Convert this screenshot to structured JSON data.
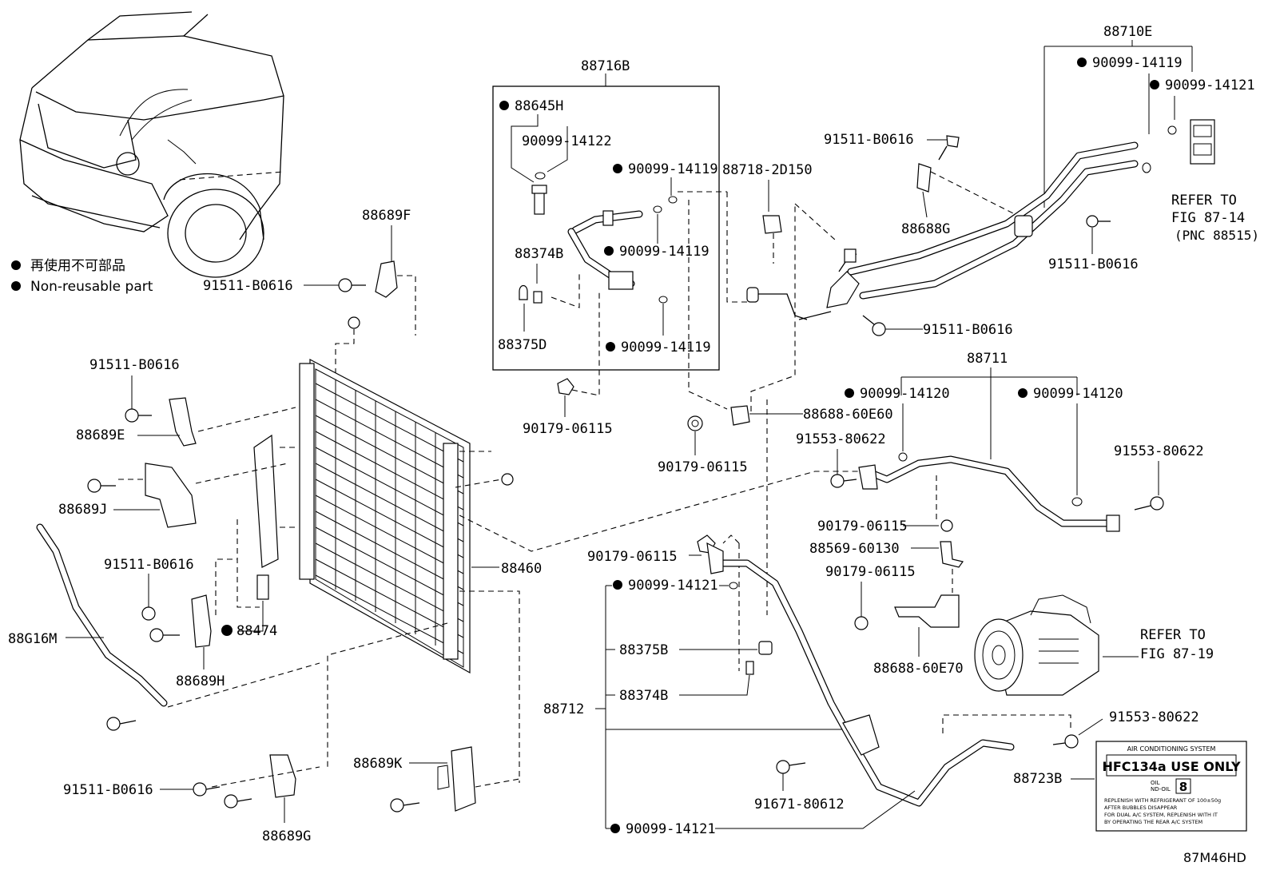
{
  "legend": {
    "jp": "再使用不可部品",
    "en": "Non-reusable part"
  },
  "labels": {
    "p88710E": "88710E",
    "p88716B": "88716B",
    "p88645H": "88645H",
    "p90099_14122": "90099-14122",
    "p90099_14119_a": "90099-14119",
    "p90099_14119_b": "90099-14119",
    "p90099_14119_c": "90099-14119",
    "p90099_14119_d": "90099-14119",
    "p88718_2D150": "88718-2D150",
    "p88374B_a": "88374B",
    "p88375D": "88375D",
    "p90099_14121_a": "90099-14121",
    "refer_87_14_a": "REFER TO",
    "refer_87_14_b": "FIG 87-14",
    "refer_87_14_c": "(PNC 88515)",
    "p91511_B0616_a": "91511-B0616",
    "p88688G": "88688G",
    "p91511_B0616_b": "91511-B0616",
    "p91511_B0616_c": "91511-B0616",
    "p88689F": "88689F",
    "p91511_B0616_d": "91511-B0616",
    "p91511_B0616_e": "91511-B0616",
    "p88689E": "88689E",
    "p88689J": "88689J",
    "p91511_B0616_f": "91511-B0616",
    "p88474": "88474",
    "p88G16M": "88G16M",
    "p88689H": "88689H",
    "p91511_B0616_g": "91511-B0616",
    "p88689G": "88689G",
    "p88689K": "88689K",
    "p88460": "88460",
    "p90179_06115_a": "90179-06115",
    "p90179_06115_b": "90179-06115",
    "p88688_60E60": "88688-60E60",
    "p88711": "88711",
    "p90099_14120_a": "90099-14120",
    "p90099_14120_b": "90099-14120",
    "p91553_80622_a": "91553-80622",
    "p91553_80622_b": "91553-80622",
    "p90179_06115_c": "90179-06115",
    "p88569_60130": "88569-60130",
    "p90179_06115_d": "90179-06115",
    "p90179_06115_e": "90179-06115",
    "p88688_60E70": "88688-60E70",
    "refer_87_19_a": "REFER TO",
    "refer_87_19_b": "FIG 87-19",
    "p90099_14121_b": "90099-14121",
    "p88375B": "88375B",
    "p88374B_b": "88374B",
    "p88712": "88712",
    "p91671_80612": "91671-80612",
    "p90099_14121_c": "90099-14121",
    "p91553_80622_c": "91553-80622",
    "p88723B": "88723B",
    "diagram_code": "87M46HD"
  },
  "label_card": {
    "header": "AIR CONDITIONING SYSTEM",
    "refrigerant": "HFC134a USE ONLY",
    "oil_label_1": "OIL",
    "oil_label_2": "ND-OIL",
    "oil_value": "8",
    "line1": "REPLENISH WITH REFRIGERANT OF 100±50g",
    "line2": "AFTER BUBBLES DISAPPEAR",
    "line3": "FOR DUAL A/C SYSTEM, REPLENISH WITH IT",
    "line4": "BY OPERATING THE REAR A/C SYSTEM"
  },
  "colors": {
    "ink": "#000000",
    "paper": "#ffffff"
  }
}
